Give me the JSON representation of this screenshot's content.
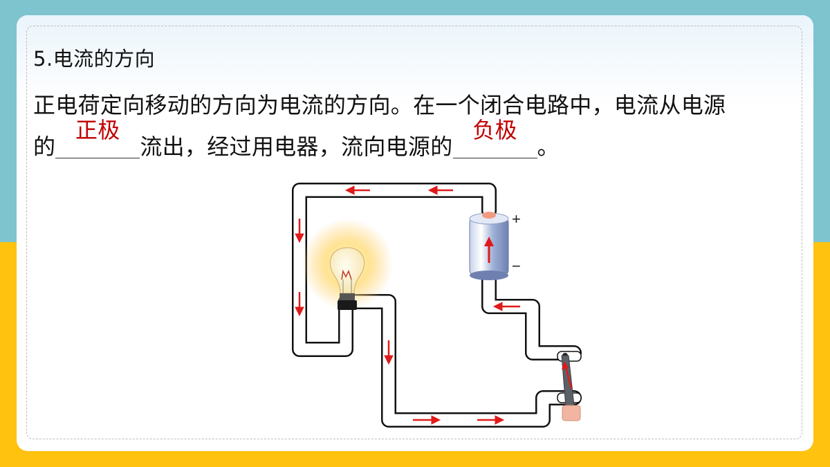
{
  "heading": "5.电流的方向",
  "paragraph": {
    "line1": "正电荷定向移动的方向为电流的方向。在一个闭合电路中，电流从电源",
    "line2_prefix": "的",
    "blank1_answer": "正极",
    "line2_middle": "流出，经过用电器，流向电源的",
    "blank2_answer": "负极",
    "line2_suffix": "。"
  },
  "diagram": {
    "battery_plus": "+",
    "battery_minus": "−",
    "arrow_color": "#e01a1a"
  }
}
